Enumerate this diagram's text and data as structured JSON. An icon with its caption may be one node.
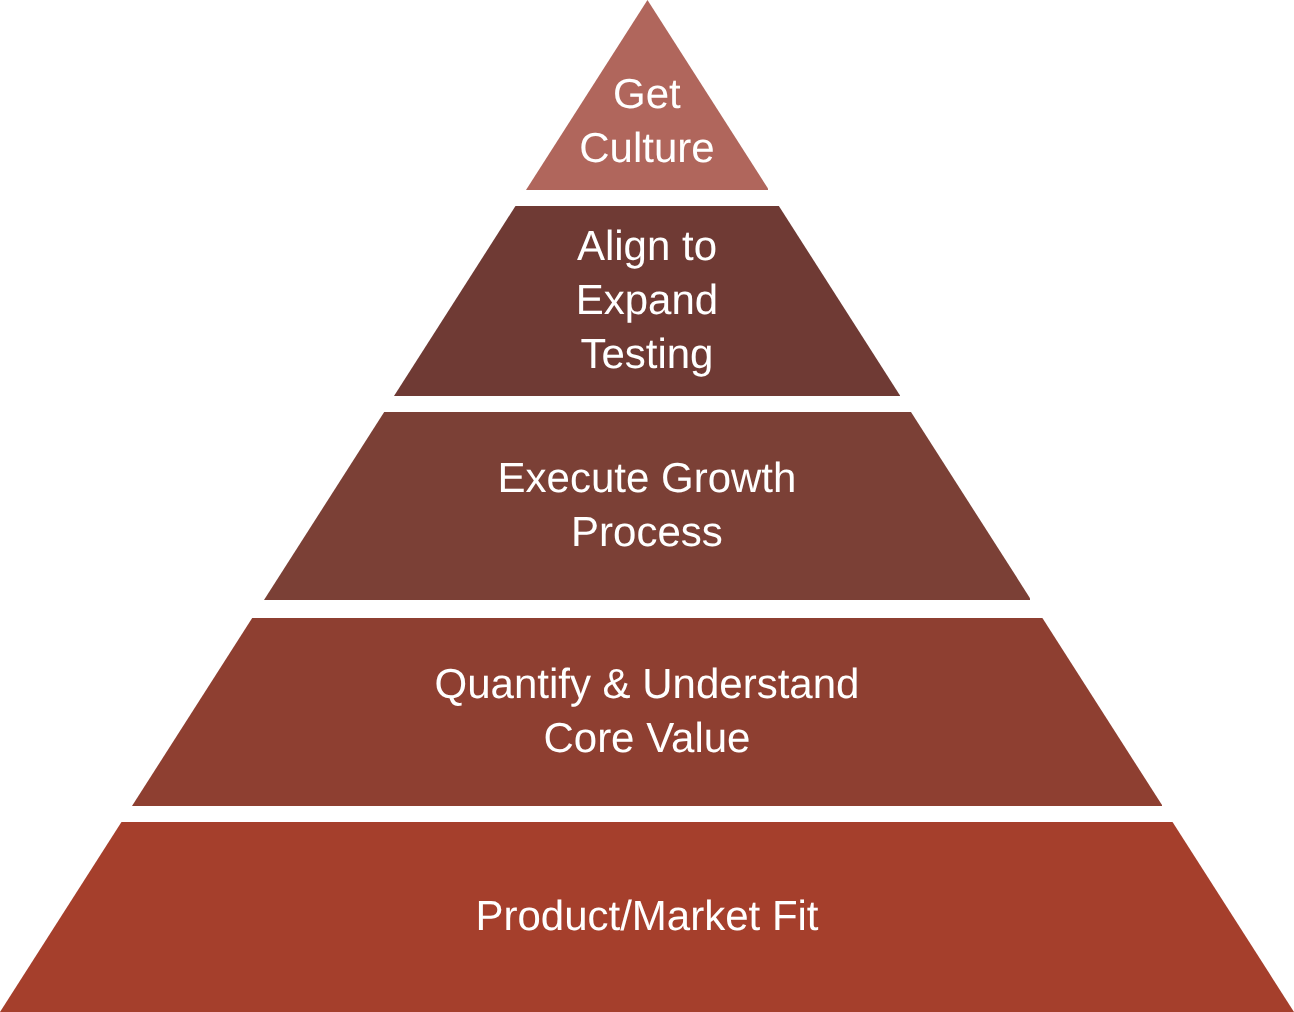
{
  "diagram": {
    "nodes": [
      {
        "text": [
          "Get Culture"
        ]
      },
      {
        "text": [
          "Align to Expand Testing"
        ]
      },
      {
        "text": [
          "Execute Growth Process"
        ]
      },
      {
        "text": [
          "Quantify & Understand Core Value"
        ]
      },
      {
        "text": [
          "Product/Market Fit"
        ]
      }
    ]
  }
}
